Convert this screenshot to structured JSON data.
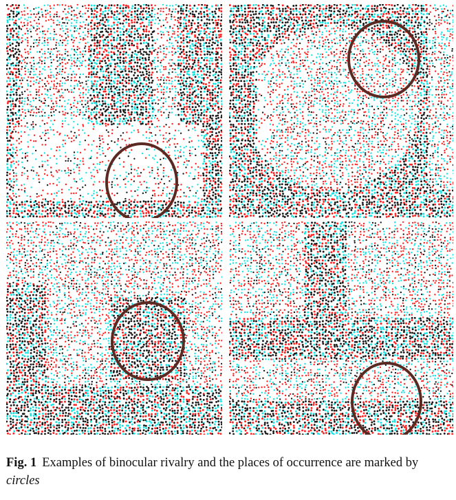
{
  "figure": {
    "panels": [
      {
        "id": "p1",
        "ring_color": "#5a2a22"
      },
      {
        "id": "p2",
        "ring_color": "#5a2a22"
      },
      {
        "id": "p3",
        "ring_color": "#5a2a22"
      },
      {
        "id": "p4",
        "ring_color": "#5a2a22"
      }
    ],
    "dot_colors": [
      "#ff1f1f",
      "#17e3e3",
      "#1a1a1a"
    ],
    "caption": {
      "label": "Fig. 1",
      "text": "Examples of binocular rivalry and the places of occurrence are marked by",
      "emphasis": "circles"
    }
  }
}
